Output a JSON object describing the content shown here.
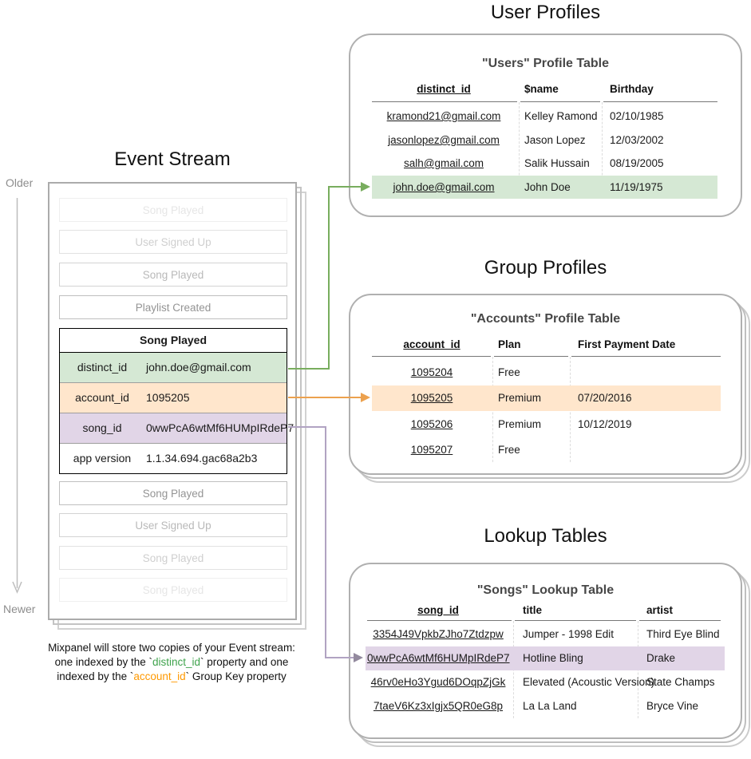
{
  "event_stream": {
    "title": "Event Stream",
    "older_label": "Older",
    "newer_label": "Newer",
    "events_before": [
      "Song Played",
      "User Signed Up",
      "Song Played",
      "Playlist Created"
    ],
    "focal_event": {
      "name": "Song Played",
      "properties": [
        {
          "key": "distinct_id",
          "value": "john.doe@gmail.com",
          "highlight": "green"
        },
        {
          "key": "account_id",
          "value": "1095205",
          "highlight": "orange"
        },
        {
          "key": "song_id",
          "value": "0wwPcA6wtMf6HUMpIRdeP7",
          "highlight": "purple"
        },
        {
          "key": "app version",
          "value": "1.1.34.694.gac68a2b3",
          "highlight": "none"
        }
      ]
    },
    "events_after": [
      "Song Played",
      "User Signed Up",
      "Song Played",
      "Song Played"
    ]
  },
  "user_profiles": {
    "section_title": "User Profiles",
    "table_title": "\"Users\" Profile Table",
    "columns": [
      "distinct_id",
      "$name",
      "Birthday"
    ],
    "rows": [
      [
        "kramond21@gmail.com",
        "Kelley Ramond",
        "02/10/1985"
      ],
      [
        "jasonlopez@gmail.com",
        "Jason Lopez",
        "12/03/2002"
      ],
      [
        "salh@gmail.com",
        "Salik Hussain",
        "08/19/2005"
      ],
      [
        "john.doe@gmail.com",
        "John Doe",
        "11/19/1975"
      ]
    ],
    "highlighted_row_index": 3
  },
  "group_profiles": {
    "section_title": "Group Profiles",
    "table_title": "\"Accounts\" Profile Table",
    "columns": [
      "account_id",
      "Plan",
      "First Payment Date"
    ],
    "rows": [
      [
        "1095204",
        "Free",
        ""
      ],
      [
        "1095205",
        "Premium",
        "07/20/2016"
      ],
      [
        "1095206",
        "Premium",
        "10/12/2019"
      ],
      [
        "1095207",
        "Free",
        ""
      ]
    ],
    "highlighted_row_index": 1
  },
  "lookup_tables": {
    "section_title": "Lookup Tables",
    "table_title": "\"Songs\" Lookup Table",
    "columns": [
      "song_id",
      "title",
      "artist"
    ],
    "rows": [
      [
        "3354J49VpkbZJho7Ztdzpw",
        "Jumper - 1998 Edit",
        "Third Eye Blind"
      ],
      [
        "0wwPcA6wtMf6HUMpIRdeP7",
        "Hotline Bling",
        "Drake"
      ],
      [
        "46rv0eHo3Ygud6DOqpZjGk",
        "Elevated (Acoustic Version)",
        "State Champs"
      ],
      [
        "7taeV6Kz3xIgjx5QR0eG8p",
        "La La Land",
        "Bryce Vine"
      ]
    ],
    "highlighted_row_index": 1
  },
  "caption": {
    "line1": "Mixpanel will store two copies of your Event stream:",
    "line2_pre": "one indexed by the `",
    "line2_key": "distinct_id",
    "line2_post": "` property and one",
    "line3_pre": "indexed by the `",
    "line3_key": "account_id",
    "line3_post": "` Group Key property"
  },
  "colors": {
    "highlight_green": "#d5e8d4",
    "highlight_orange": "#ffe6cc",
    "highlight_purple": "#e1d5e7",
    "arrow_green": "#78ad5e",
    "arrow_orange": "#eca14e",
    "arrow_purple": "#b1a3c2",
    "arrow_purple_head": "#938a9e",
    "caption_green": "#3fa34d",
    "caption_orange": "#ff9900",
    "card_border": "#b0b0b0"
  }
}
